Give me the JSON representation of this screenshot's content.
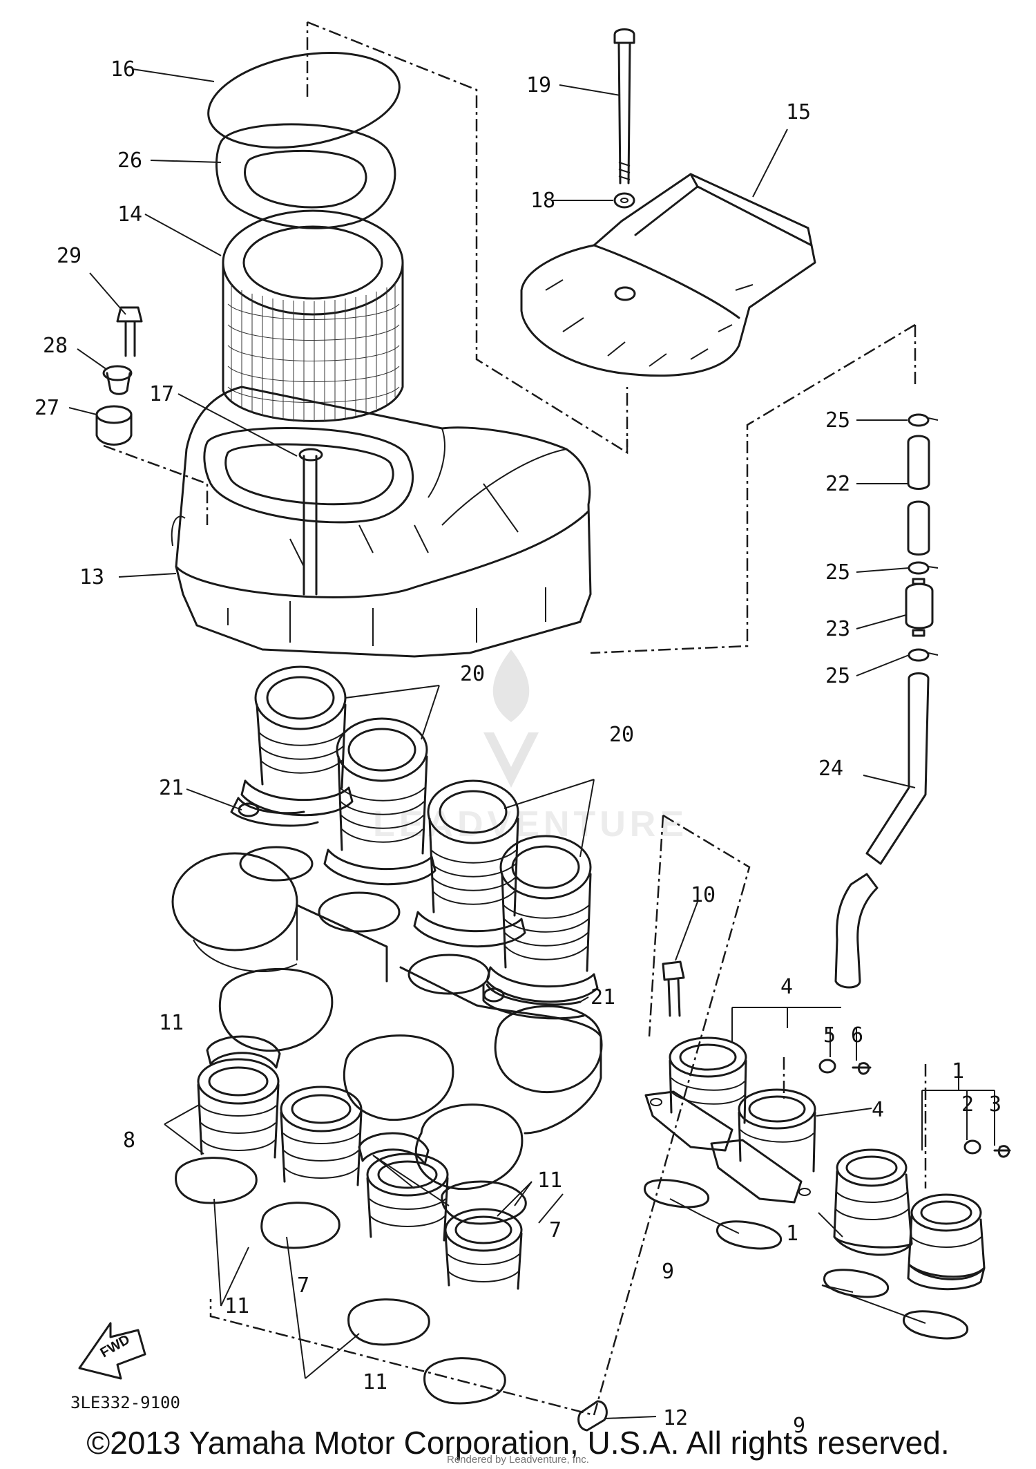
{
  "diagram": {
    "callouts": {
      "c16": "16",
      "c26": "26",
      "c14": "14",
      "c29": "29",
      "c28": "28",
      "c27": "27",
      "c17": "17",
      "c13": "13",
      "c19": "19",
      "c15": "15",
      "c18": "18",
      "c25a": "25",
      "c22": "22",
      "c25b": "25",
      "c23": "23",
      "c25c": "25",
      "c24": "24",
      "c20a": "20",
      "c20b": "20",
      "c21a": "21",
      "c21b": "21",
      "c10": "10",
      "c4a": "4",
      "c5": "5",
      "c6": "6",
      "c4b": "4",
      "c1a": "1",
      "c2": "2",
      "c3": "3",
      "c1b": "1",
      "c11a": "11",
      "c8": "8",
      "c11b": "11",
      "c7a": "7",
      "c7b": "7",
      "c11c": "11",
      "c11d": "11",
      "c12": "12",
      "c9a": "9",
      "c9b": "9"
    },
    "fwd_label": "FWD",
    "drawing_number": "3LE332-9100"
  },
  "footer": {
    "copyright": "©2013 Yamaha Motor Corporation, U.S.A. All rights reserved.",
    "rendered_by": "Rendered by Leadventure, Inc."
  },
  "colors": {
    "line": "#1a1a1a",
    "watermark": "#e6e6e6",
    "background": "#ffffff"
  }
}
